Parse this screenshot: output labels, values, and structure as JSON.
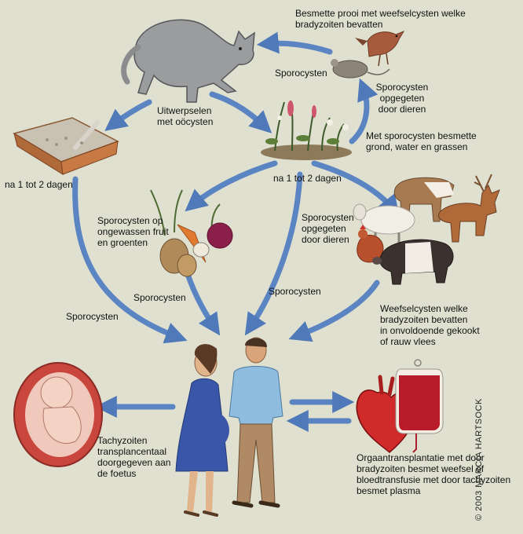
{
  "labels": {
    "infected_prey": "Besmette prooi met weefselcysten welke\nbradyzoiten bevatten",
    "sporocysts_top": "Sporocysten",
    "sporocysts_eaten_top": "Sporocysten\nopgegeten\ndoor dieren",
    "feces": "Uitwerpselen\nmet oöcysten",
    "ground": "Met sporocysten besmette\ngrond, water en grassen",
    "days_left": "na 1 tot 2 dagen",
    "days_center": "na 1 tot 2 dagen",
    "unwashed": "Sporocysten op\nongewassen fruit\nen groenten",
    "sporocysts_eaten_mid": "Sporocysten\nopgegeten\ndoor dieren",
    "sporocysts_left": "Sporocysten",
    "sporocysts_center_left": "Sporocysten",
    "sporocysts_center": "Sporocysten",
    "meat": "Weefselcysten welke\nbradyzoiten bevatten\nin onvoldoende gekookt\nof rauw vlees",
    "fetus": "Tachyzoiten\ntransplancentaal\ndoorgegeven aan\nde foetus",
    "transplant": "Orgaantransplantatie met door\nbradyzoiten besmet weefsel of\nbloedtransfusie met door tachyzoiten\nbesmet plasma",
    "copyright": "© 2003 MARCIA HARTSOCK"
  },
  "colors": {
    "background": "#dfe0cf",
    "arrow": "#4f79b8",
    "arrow_light": "#8fb1de"
  },
  "icons": [
    "cat",
    "bird",
    "mouse",
    "litter-box",
    "plants",
    "vegetables",
    "cow",
    "deer",
    "sheep",
    "chicken",
    "pig",
    "pregnant-woman",
    "man",
    "fetus",
    "heart",
    "blood-bag"
  ]
}
